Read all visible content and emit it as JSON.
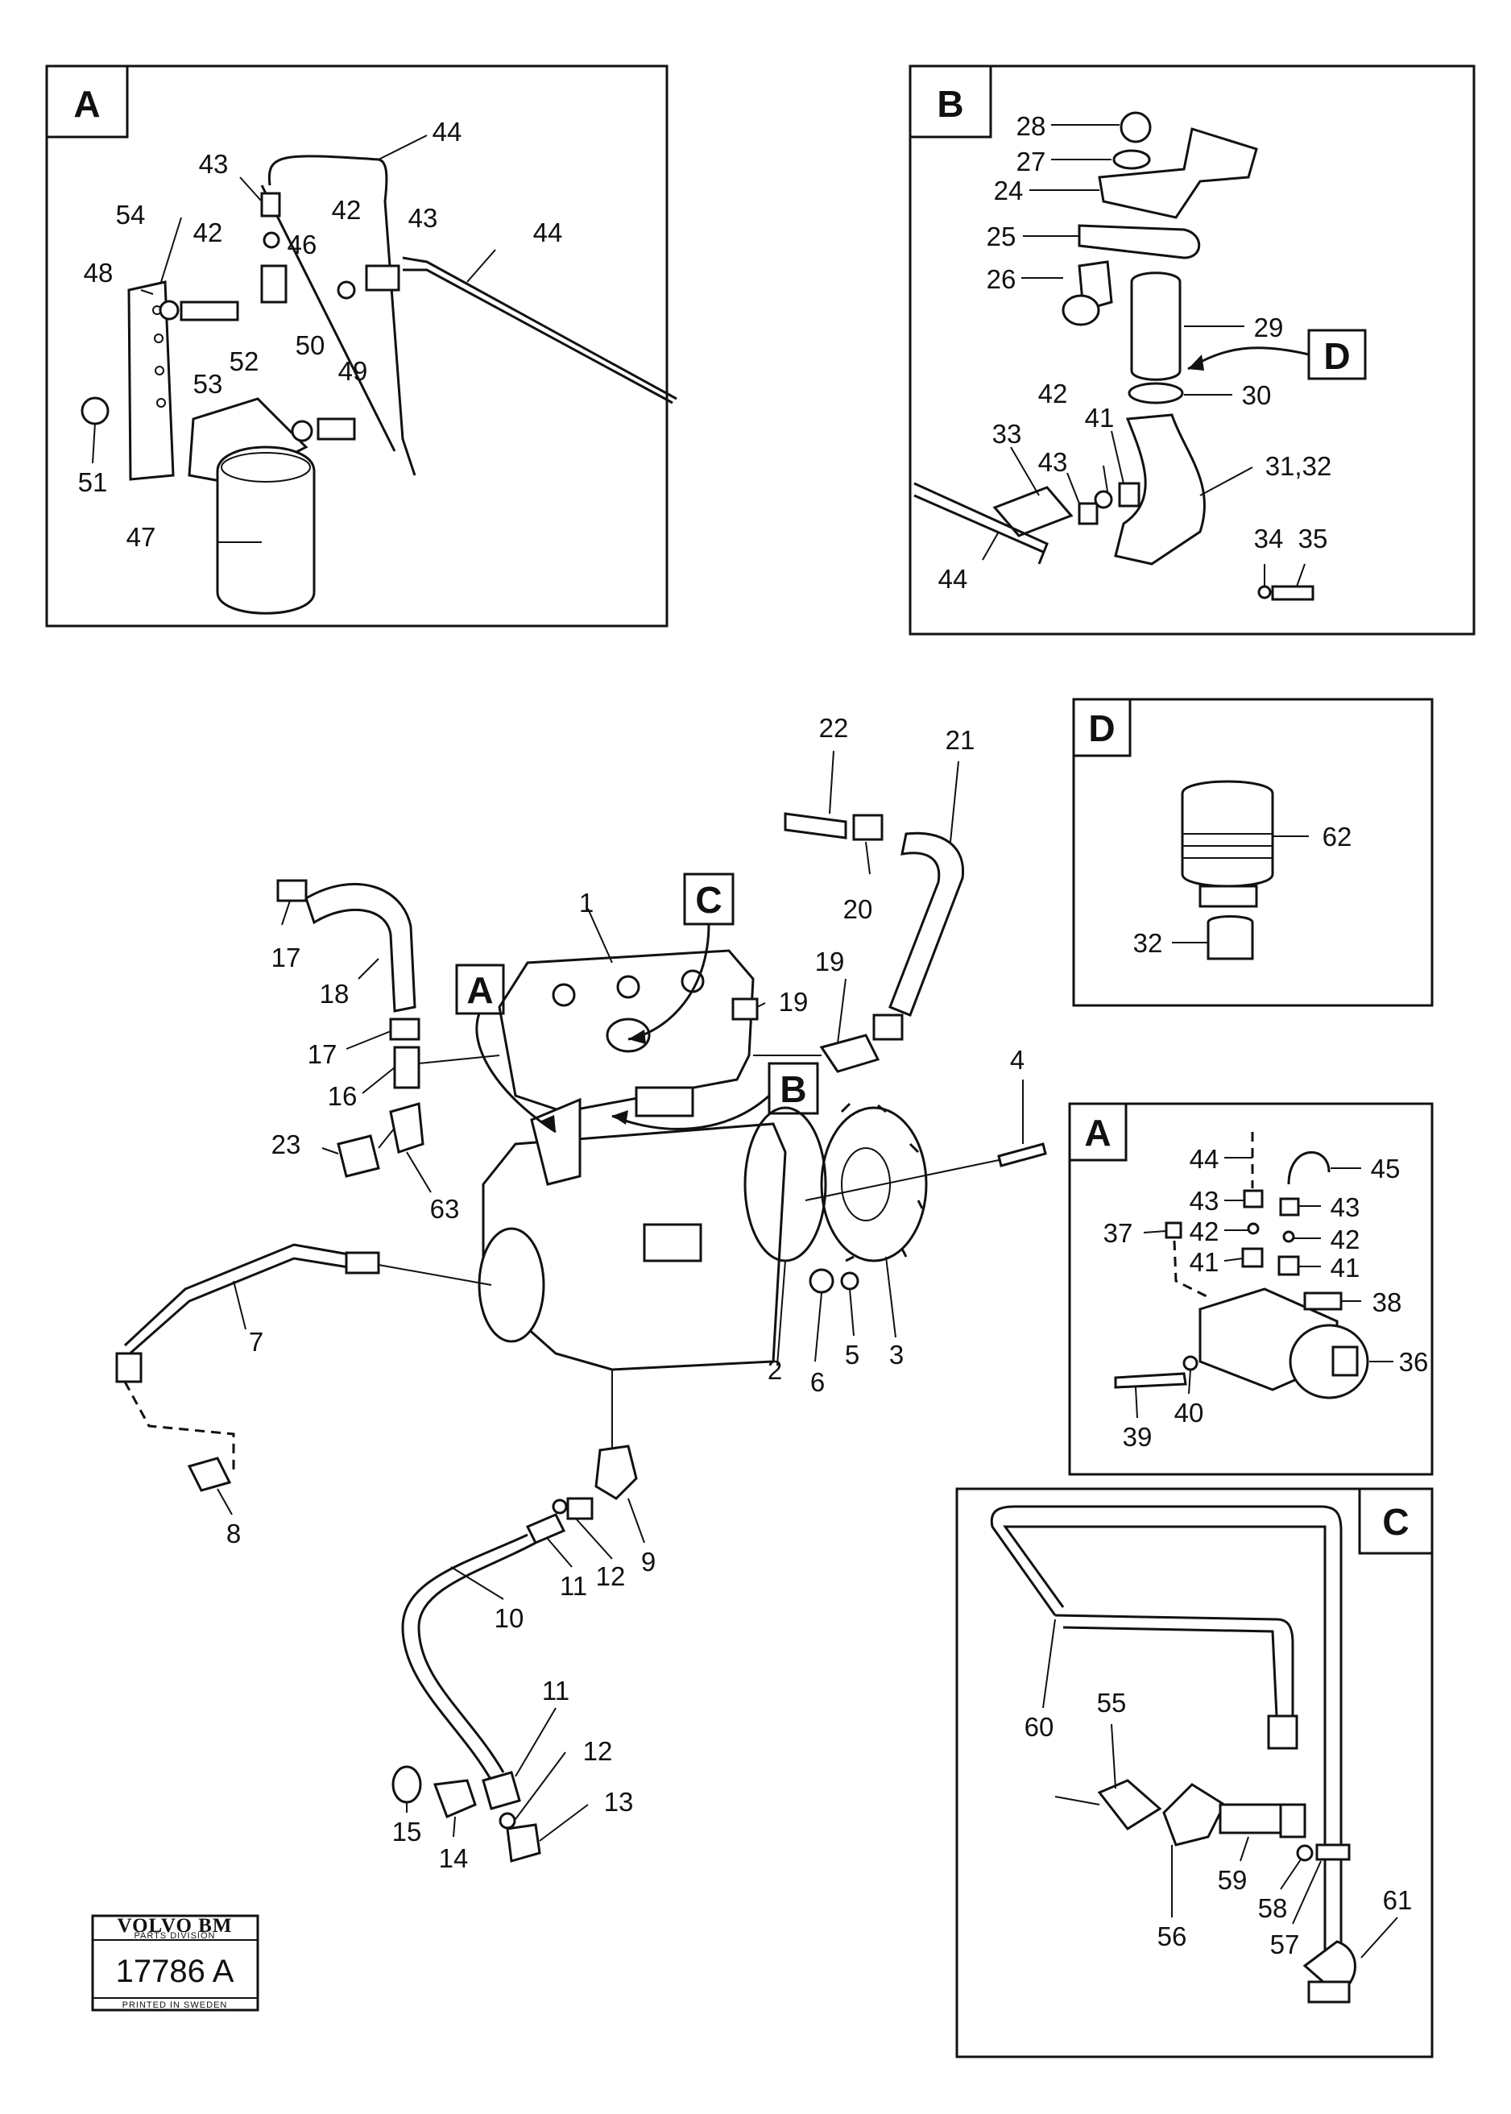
{
  "stamp": {
    "brand": "VOLVO BM",
    "division": "PARTS DIVISION",
    "number": "17786 A",
    "printed": "PRINTED IN SWEDEN"
  },
  "panels": {
    "a_top": {
      "title": "A",
      "labels": [
        "44",
        "43",
        "54",
        "42",
        "46",
        "42",
        "43",
        "44",
        "48",
        "53",
        "52",
        "50",
        "49",
        "51",
        "47"
      ]
    },
    "b": {
      "title": "B",
      "labels": [
        "28",
        "27",
        "24",
        "25",
        "26",
        "29",
        "D",
        "30",
        "42",
        "41",
        "31,32",
        "33",
        "43",
        "44",
        "34",
        "35"
      ]
    },
    "d": {
      "title": "D",
      "labels": [
        "62",
        "32"
      ]
    },
    "a_right": {
      "title": "A",
      "labels": [
        "44",
        "45",
        "43",
        "43",
        "37",
        "42",
        "42",
        "41",
        "41",
        "38",
        "36",
        "39",
        "40"
      ]
    },
    "c": {
      "title": "C",
      "labels": [
        "60",
        "55",
        "56",
        "59",
        "58",
        "57",
        "61"
      ]
    }
  },
  "main": {
    "labels": [
      "22",
      "21",
      "20",
      "19",
      "17",
      "18",
      "1",
      "C",
      "A",
      "19",
      "17",
      "16",
      "B",
      "4",
      "23",
      "63",
      "7",
      "6",
      "5",
      "3",
      "2",
      "8",
      "9",
      "12",
      "11",
      "10",
      "11",
      "12",
      "13",
      "15",
      "14"
    ]
  }
}
